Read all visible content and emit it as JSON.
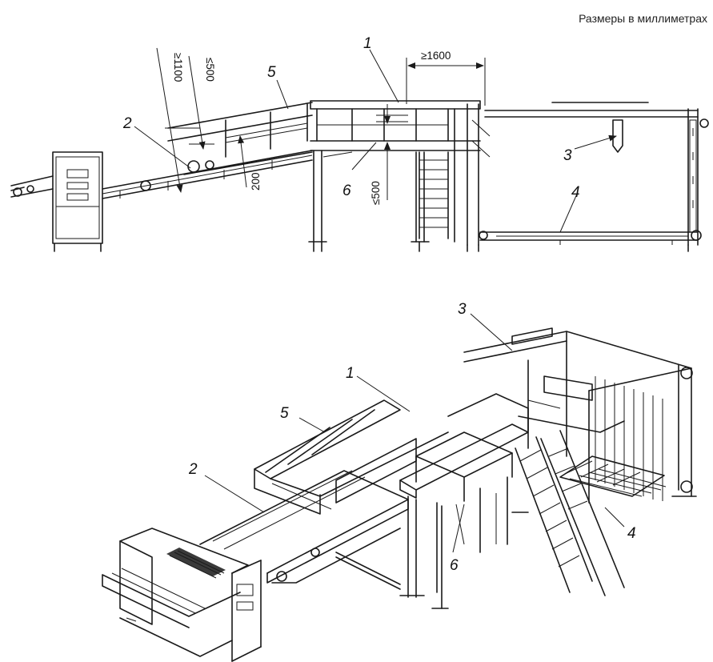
{
  "caption": "Размеры в миллиметрах",
  "callouts": [
    "1",
    "2",
    "3",
    "4",
    "5",
    "6"
  ],
  "dimensions": {
    "min_railing_height": "≥1100",
    "max_gap_top": "≤500",
    "max_gap_platform": "≤500",
    "toe_board": "200",
    "min_platform_length": "≥1600"
  }
}
